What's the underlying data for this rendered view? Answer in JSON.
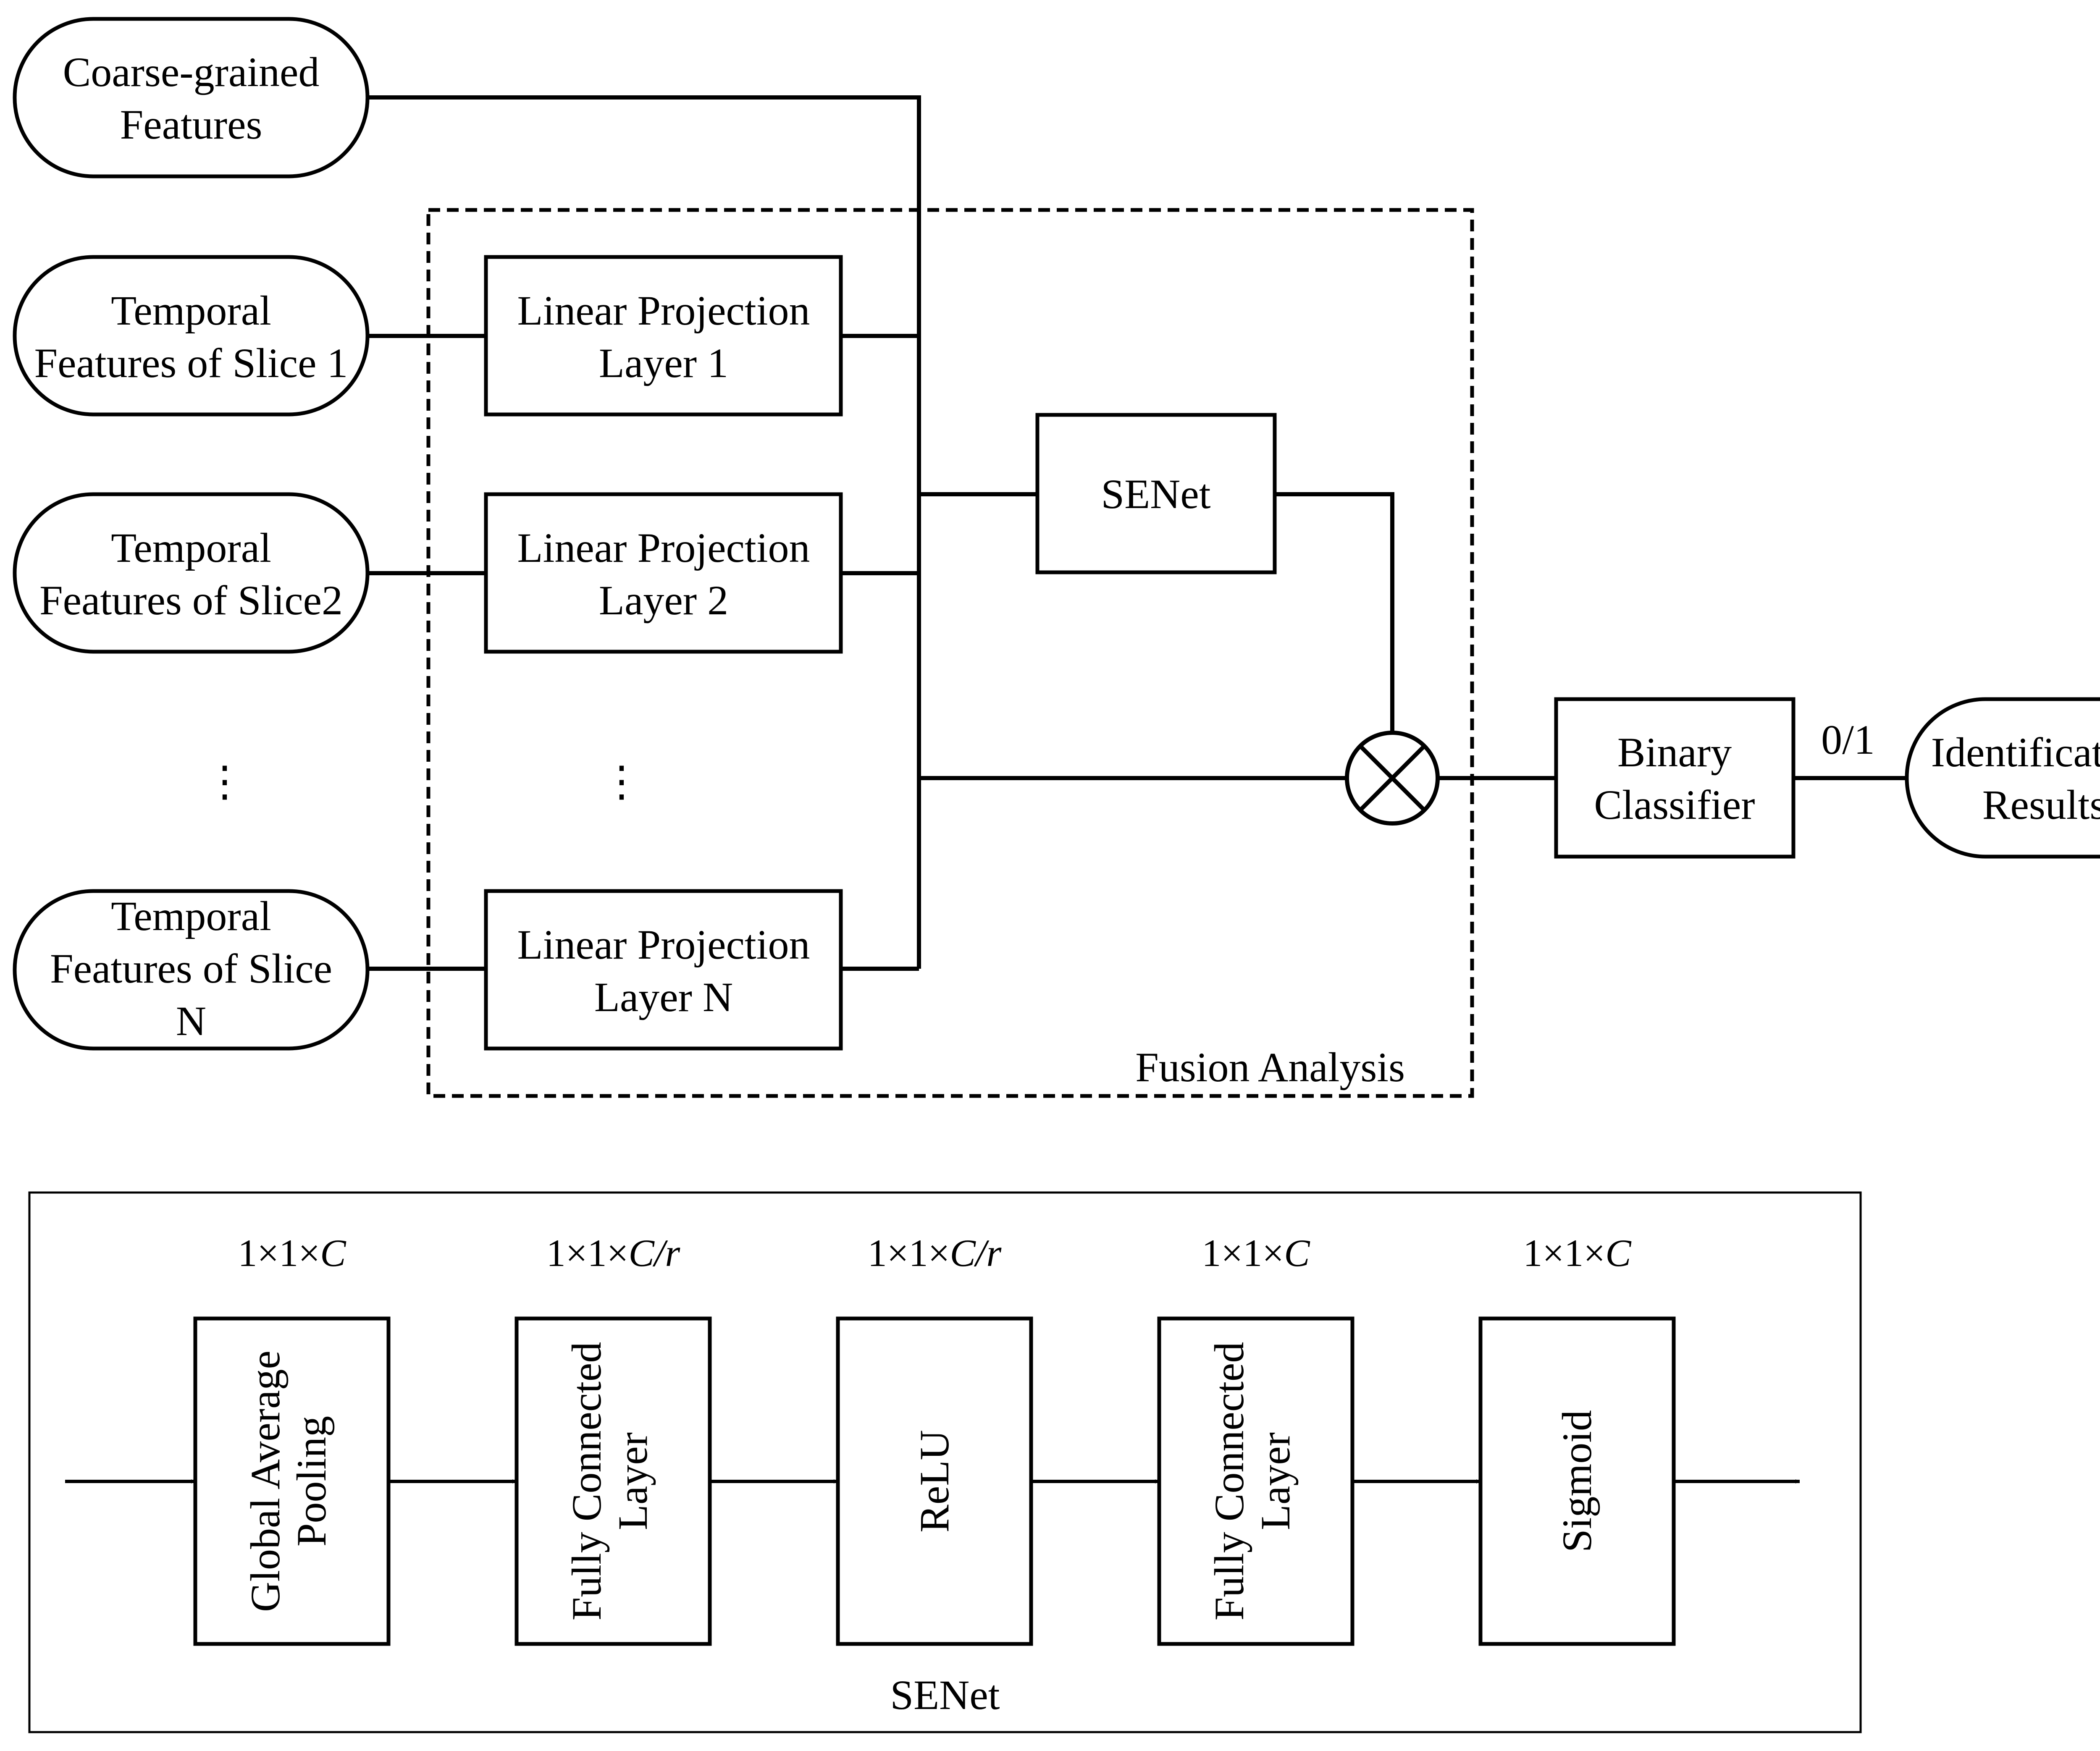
{
  "inputs": {
    "coarse": {
      "line1": "Coarse-grained",
      "line2": "Features"
    },
    "slice1": {
      "line1": "Temporal",
      "line2": "Features of Slice 1"
    },
    "slice2": {
      "line1": "Temporal",
      "line2": "Features of Slice2"
    },
    "sliceN": {
      "line1": "Temporal",
      "line2": "Features of Slice",
      "line3": "N"
    },
    "ellipsis": "⋮"
  },
  "projections": {
    "layer1": {
      "line1": "Linear Projection",
      "line2": "Layer 1"
    },
    "layer2": {
      "line1": "Linear Projection",
      "line2": "Layer 2"
    },
    "layerN": {
      "line1": "Linear Projection",
      "line2": "Layer N"
    },
    "ellipsis": "⋮"
  },
  "senet_block": "SENet",
  "fusion_label": "Fusion Analysis",
  "classifier": {
    "line1": "Binary",
    "line2": "Classifier"
  },
  "output_value": "0/1",
  "result": {
    "line1": "Identification",
    "line2": "Results"
  },
  "senet_detail": {
    "caption": "SENet",
    "stages": [
      {
        "dim_prefix": "1×1×",
        "dim_var": "C",
        "line1": "Global Average",
        "line2": "Pooling"
      },
      {
        "dim_prefix": "1×1×",
        "dim_var": "C/r",
        "line1": "Fully Connected",
        "line2": "Layer"
      },
      {
        "dim_prefix": "1×1×",
        "dim_var": "C/r",
        "line1": "ReLU",
        "line2": ""
      },
      {
        "dim_prefix": "1×1×",
        "dim_var": "C",
        "line1": "Fully Connected",
        "line2": "Layer"
      },
      {
        "dim_prefix": "1×1×",
        "dim_var": "C",
        "line1": "Sigmoid",
        "line2": ""
      }
    ]
  }
}
